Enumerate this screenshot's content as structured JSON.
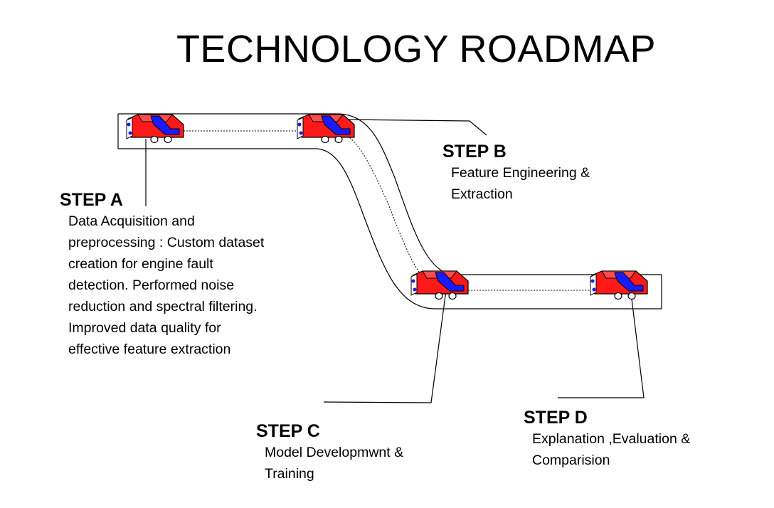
{
  "title": "TECHNOLOGY ROADMAP",
  "colors": {
    "car_body": "#ff1a1a",
    "car_stripe": "#1a1aff",
    "outline": "#000000",
    "background": "#ffffff"
  },
  "steps": [
    {
      "heading": "STEP A",
      "description": "Data Acquisition and preprocessing : Custom dataset creation for engine fault detection. Performed noise reduction and spectral filtering. Improved data quality for effective feature extraction"
    },
    {
      "heading": "STEP B",
      "description": "Feature Engineering & Extraction"
    },
    {
      "heading": "STEP C",
      "description": "Model Developmwnt & Training"
    },
    {
      "heading": "STEP D",
      "description": "Explanation ,Evaluation & Comparision"
    }
  ]
}
